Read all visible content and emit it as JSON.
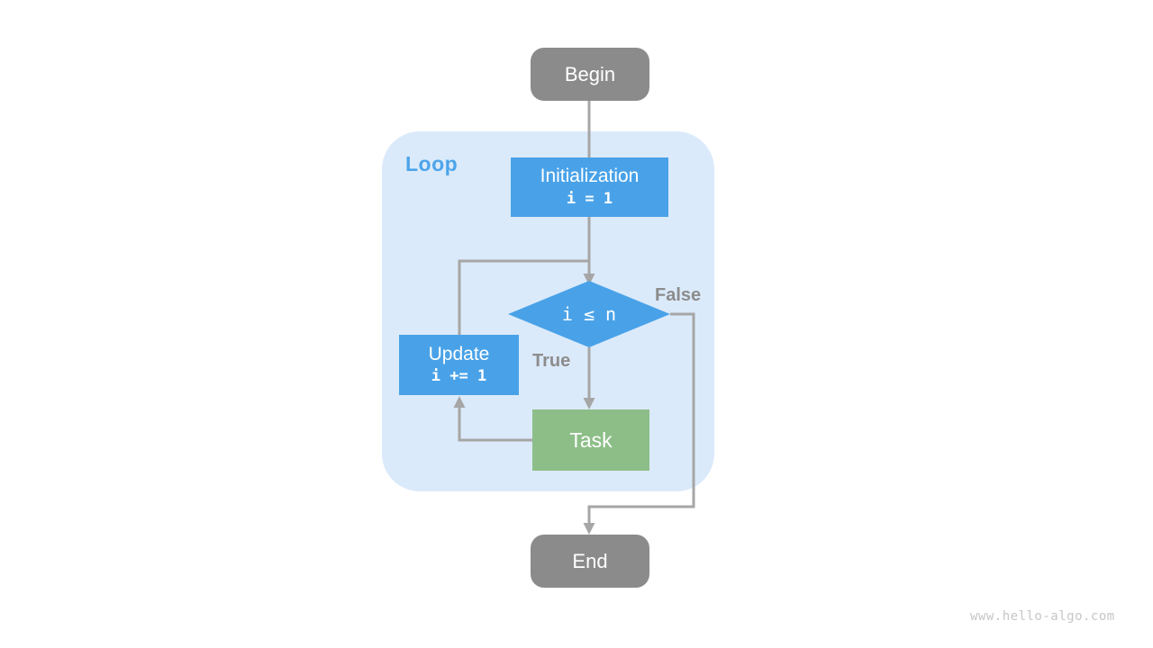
{
  "colors": {
    "node_gray": "#8b8b8b",
    "blue": "#49a2e8",
    "container_blue": "#dbeafa",
    "green": "#8dbe88",
    "line_gray": "#a6a6a6",
    "label_gray": "#8c8c8c",
    "loop_label_blue": "#4da4ea",
    "watermark_gray": "#c6c6c6"
  },
  "diagram": {
    "loop_label": "Loop",
    "nodes": {
      "begin": {
        "label": "Begin"
      },
      "initialization": {
        "title": "Initialization",
        "code": "i = 1"
      },
      "condition": {
        "code": "i ≤ n"
      },
      "update": {
        "title": "Update",
        "code": "i += 1"
      },
      "task": {
        "label": "Task"
      },
      "end": {
        "label": "End"
      }
    },
    "edge_labels": {
      "true": "True",
      "false": "False"
    }
  },
  "watermark": "www.hello-algo.com"
}
